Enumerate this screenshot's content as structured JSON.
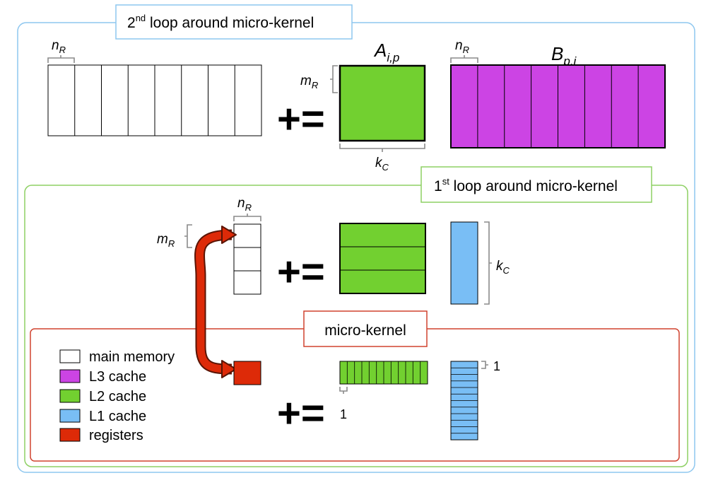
{
  "boxes": {
    "loop2": {
      "title_main": "loop around micro-kernel",
      "title_ord": "2",
      "title_sup": "nd"
    },
    "loop1": {
      "title_main": "loop around micro-kernel",
      "title_ord": "1",
      "title_sup": "st"
    },
    "micro": {
      "title": "micro-kernel"
    }
  },
  "labels": {
    "n": "n",
    "m": "m",
    "k": "k",
    "R": "R",
    "C": "C",
    "A": "A",
    "A_sub": "i,p",
    "B": "B",
    "B_sub": "p,j",
    "plus_eq": "+=",
    "one": "1"
  },
  "legend": [
    {
      "label": "main memory",
      "color": "#ffffff"
    },
    {
      "label": "L3 cache",
      "color": "#cc44e4"
    },
    {
      "label": "L2 cache",
      "color": "#72d030"
    },
    {
      "label": "L1 cache",
      "color": "#79bef5"
    },
    {
      "label": "registers",
      "color": "#dd2a08"
    }
  ],
  "colors": {
    "main_memory": "#ffffff",
    "l3": "#cc44e4",
    "l2": "#72d030",
    "l1": "#79bef5",
    "registers": "#dd2a08",
    "loop2_border": "#8ec7ef",
    "loop1_border": "#8ed064",
    "micro_border": "#d0422e"
  },
  "icons": {
    "arrow": "curved-double-arrow-icon"
  }
}
